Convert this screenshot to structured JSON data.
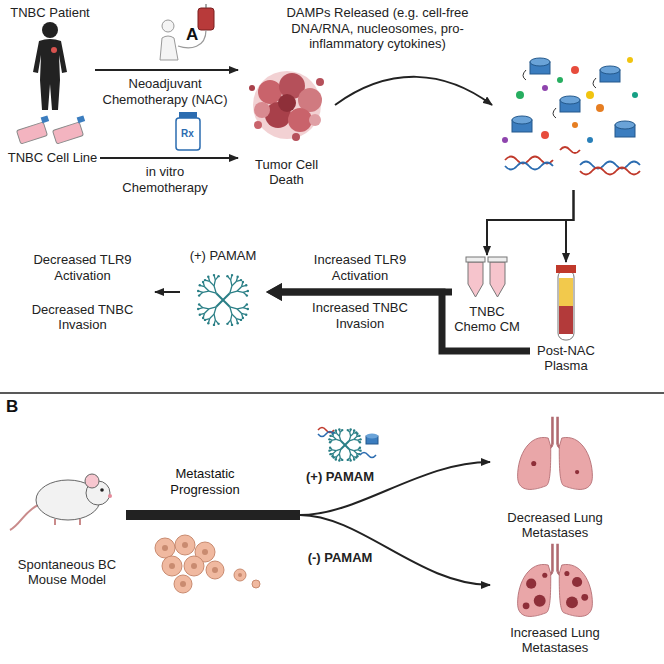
{
  "diagram": {
    "nodes": [
      {
        "text": [
          "TNBC Patient"
        ]
      },
      {
        "text": [
          "TNBC Cell Line"
        ]
      },
      {
        "text": [
          "Tumor Cell Death"
        ]
      },
      {
        "text": [
          "DAMPs Released (e.g. cell-free DNA/RNA, nucleosomes, pro-inflammatory cytokines)"
        ]
      },
      {
        "text": [
          "TNBC Chemo CM"
        ]
      },
      {
        "text": [
          "Post-NAC Plasma"
        ]
      },
      {
        "text": [
          "(+) PAMAM"
        ]
      },
      {
        "text": [
          "Decreased TLR9 Activation",
          "Decreased TNBC Invasion"
        ]
      },
      {
        "text": [
          "Spontaneous BC Mouse Model"
        ]
      },
      {
        "text": [
          "Decreased Lung Metastases"
        ]
      },
      {
        "text": [
          "Increased Lung Metastases"
        ]
      }
    ],
    "edges": [
      {
        "from": 0,
        "to": 2,
        "arrow": "to",
        "label": "Neoadjuvant Chemotherapy (NAC)"
      },
      {
        "from": 1,
        "to": 2,
        "arrow": "to",
        "label": "in vitro Chemotherapy"
      },
      {
        "from": 2,
        "to": 3,
        "arrow": "to"
      },
      {
        "from": 3,
        "to": 4,
        "arrow": "to"
      },
      {
        "from": 3,
        "to": 5,
        "arrow": "to"
      },
      {
        "from": 4,
        "to": 6,
        "arrow": "to",
        "label": "Increased TLR9 Activation"
      },
      {
        "from": 5,
        "to": 6,
        "arrow": "to",
        "label": "Increased TNBC Invasion"
      },
      {
        "from": 6,
        "to": 7,
        "arrow": "to"
      },
      {
        "from": 8,
        "to": 9,
        "arrow": "to",
        "label": "(+) PAMAM"
      },
      {
        "from": 8,
        "to": 10,
        "arrow": "to",
        "label": "(-) PAMAM"
      }
    ],
    "labels": [
      "A",
      "Rx",
      "B",
      "Metastatic Progression"
    ]
  }
}
